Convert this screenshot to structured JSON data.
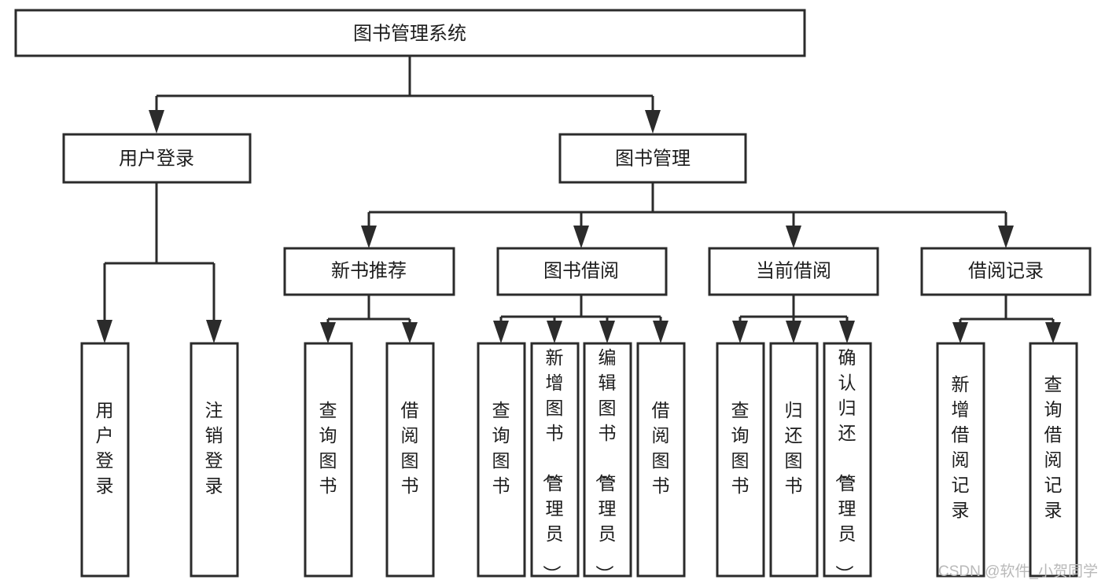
{
  "diagram": {
    "type": "hierarchy-tree",
    "title": "图书管理系统",
    "root": {
      "id": "root",
      "label": "图书管理系统",
      "level": 0
    },
    "level1": [
      {
        "id": "user-login",
        "label": "用户登录"
      },
      {
        "id": "book-management",
        "label": "图书管理"
      }
    ],
    "level2": [
      {
        "id": "new-book-recommend",
        "label": "新书推荐",
        "parent": "book-management"
      },
      {
        "id": "book-borrow",
        "label": "图书借阅",
        "parent": "book-management"
      },
      {
        "id": "current-borrow",
        "label": "当前借阅",
        "parent": "book-management"
      },
      {
        "id": "borrow-record",
        "label": "借阅记录",
        "parent": "book-management"
      }
    ],
    "leaves": {
      "user-login": [
        {
          "id": "leaf-user-login",
          "label": "用户登录"
        },
        {
          "id": "leaf-user-logout",
          "label": "注销登录"
        }
      ],
      "new-book-recommend": [
        {
          "id": "leaf-query-book-1",
          "label": "查询图书"
        },
        {
          "id": "leaf-borrow-book-1",
          "label": "借阅图书"
        }
      ],
      "book-borrow": [
        {
          "id": "leaf-query-book-2",
          "label": "查询图书"
        },
        {
          "id": "leaf-add-book",
          "label": "新增图书（管理员）"
        },
        {
          "id": "leaf-edit-book",
          "label": "编辑图书（管理员）"
        },
        {
          "id": "leaf-borrow-book-2",
          "label": "借阅图书"
        }
      ],
      "current-borrow": [
        {
          "id": "leaf-query-book-3",
          "label": "查询图书"
        },
        {
          "id": "leaf-return-book",
          "label": "归还图书"
        },
        {
          "id": "leaf-confirm-return",
          "label": "确认归还（管理员）"
        }
      ],
      "borrow-record": [
        {
          "id": "leaf-add-record",
          "label": "新增借阅记录"
        },
        {
          "id": "leaf-query-record",
          "label": "查询借阅记录"
        }
      ]
    },
    "colors": {
      "box_border": "#2b2b2b",
      "box_fill": "#ffffff",
      "connector": "#2b2b2b",
      "text": "#1d1d1d",
      "background": "#ffffff",
      "watermark": "#b9b9b9"
    }
  },
  "watermark": {
    "label": "CSDN @软件_小贺同学"
  }
}
